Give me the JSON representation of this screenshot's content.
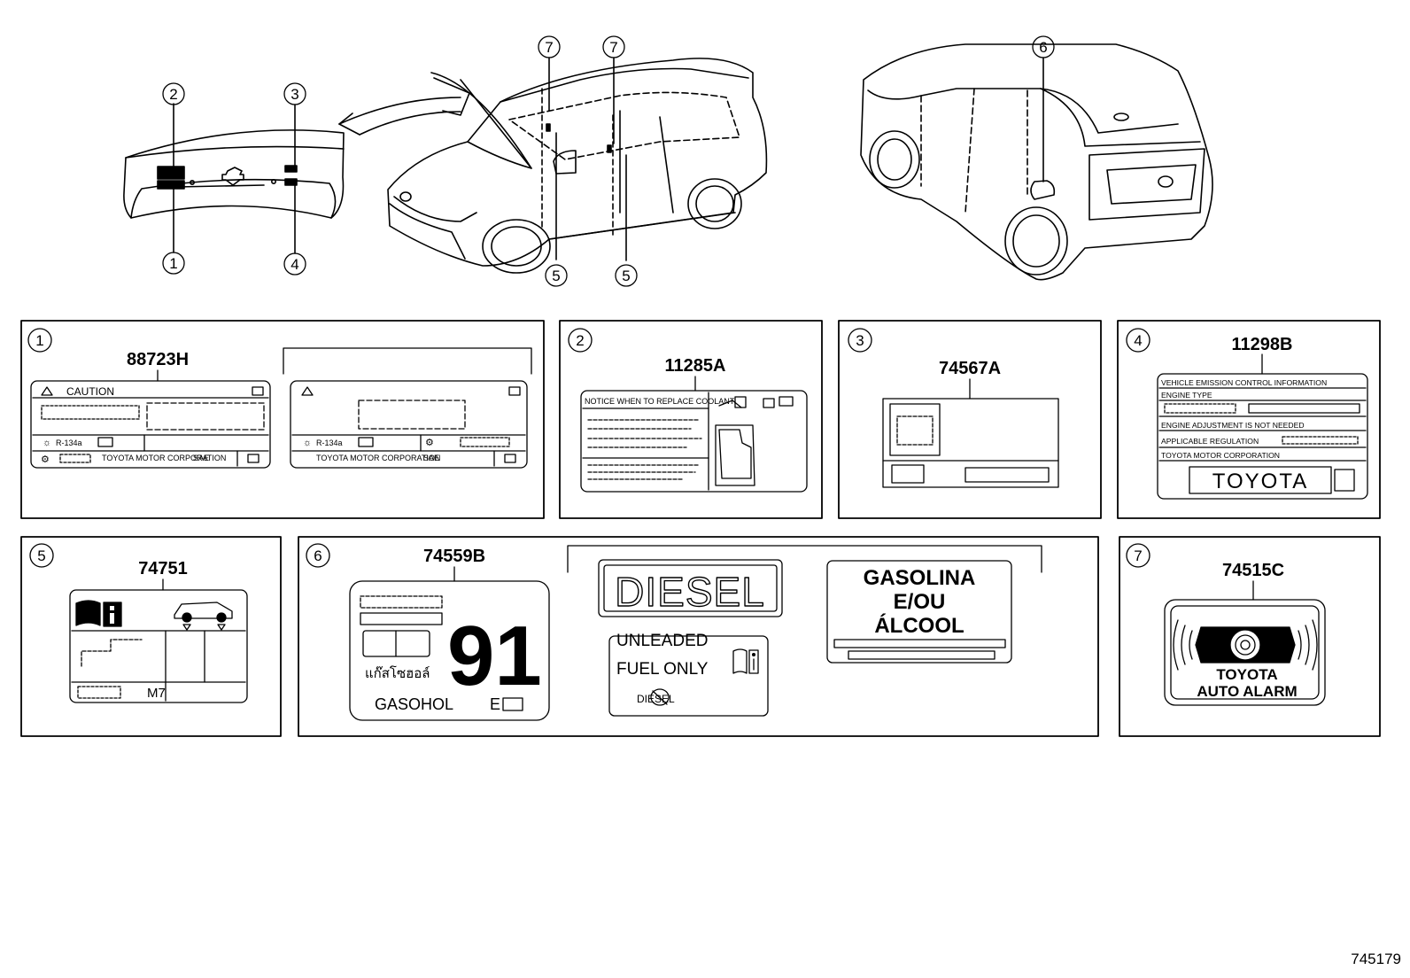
{
  "diagram_id": "745179",
  "callouts": {
    "c1": "1",
    "c2": "2",
    "c3": "3",
    "c4": "4",
    "c5": "5",
    "c6": "6",
    "c7": "7"
  },
  "panels": [
    {
      "num": "1",
      "part": "88723H"
    },
    {
      "num": "2",
      "part": "11285A"
    },
    {
      "num": "3",
      "part": "74567A"
    },
    {
      "num": "4",
      "part": "11298B"
    },
    {
      "num": "5",
      "part": "74751"
    },
    {
      "num": "6",
      "part": "74559B"
    },
    {
      "num": "7",
      "part": "74515C"
    }
  ],
  "label1": {
    "caution": "CAUTION",
    "refrigerant_a": "R-134a",
    "refrigerant_b": "R-134a",
    "maker_a": "TOYOTA MOTOR CORPORATION",
    "maker_b": "TOYOTA MOTOR CORPORATION",
    "sae_a": "SAE",
    "sae_b": "SAE"
  },
  "label2": {
    "title": "NOTICE WHEN TO REPLACE COOLANT"
  },
  "label4": {
    "line1": "VEHICLE EMISSION CONTROL INFORMATION",
    "line2": "ENGINE TYPE",
    "line3": "ENGINE ADJUSTMENT IS NOT NEEDED",
    "line4": "APPLICABLE REGULATION",
    "line5": "TOYOTA MOTOR CORPORATION",
    "brand": "TOYOTA"
  },
  "label5": {
    "code": "M7"
  },
  "label6": {
    "octane": "91",
    "thai": "แก๊สโซฮอล์",
    "gasohol": "GASOHOL",
    "e": "E",
    "diesel": "DIESEL",
    "unleaded1": "UNLEADED",
    "unleaded2": "FUEL ONLY",
    "unleaded3": "DIESEL",
    "gasolina1": "GASOLINA",
    "gasolina2": "E/OU",
    "gasolina3": "ÁLCOOL"
  },
  "label7": {
    "line1": "TOYOTA",
    "line2": "AUTO ALARM"
  }
}
